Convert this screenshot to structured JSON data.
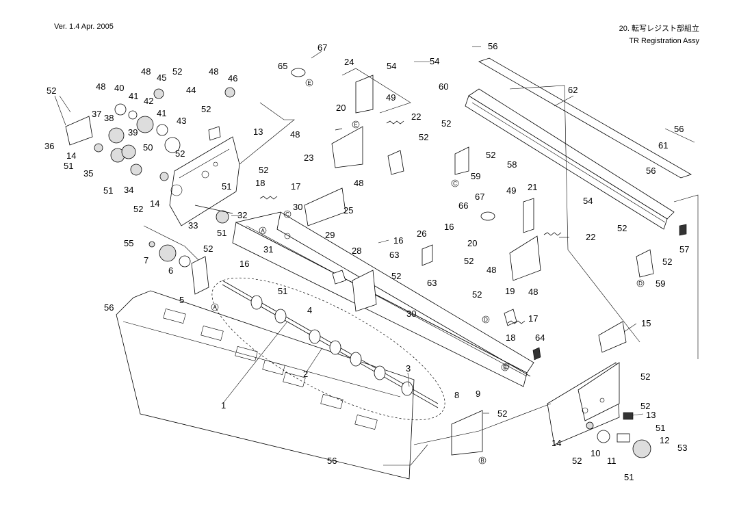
{
  "header": {
    "version": "Ver. 1.4  Apr. 2005",
    "section_jp": "20.  転写レジスト部組立",
    "section_en": "TR Registration Assy"
  },
  "callouts": [
    "1",
    "2",
    "3",
    "4",
    "5",
    "6",
    "7",
    "8",
    "9",
    "10",
    "11",
    "12",
    "13",
    "14",
    "15",
    "16",
    "17",
    "18",
    "19",
    "20",
    "21",
    "22",
    "23",
    "24",
    "25",
    "26",
    "28",
    "29",
    "30",
    "31",
    "32",
    "33",
    "34",
    "35",
    "36",
    "37",
    "38",
    "39",
    "40",
    "41",
    "42",
    "43",
    "44",
    "45",
    "46",
    "48",
    "49",
    "50",
    "51",
    "52",
    "53",
    "54",
    "55",
    "56",
    "57",
    "58",
    "59",
    "60",
    "61",
    "62",
    "63",
    "64",
    "65",
    "66",
    "67"
  ],
  "reference_marks": [
    "A",
    "B",
    "C",
    "D",
    "E"
  ]
}
